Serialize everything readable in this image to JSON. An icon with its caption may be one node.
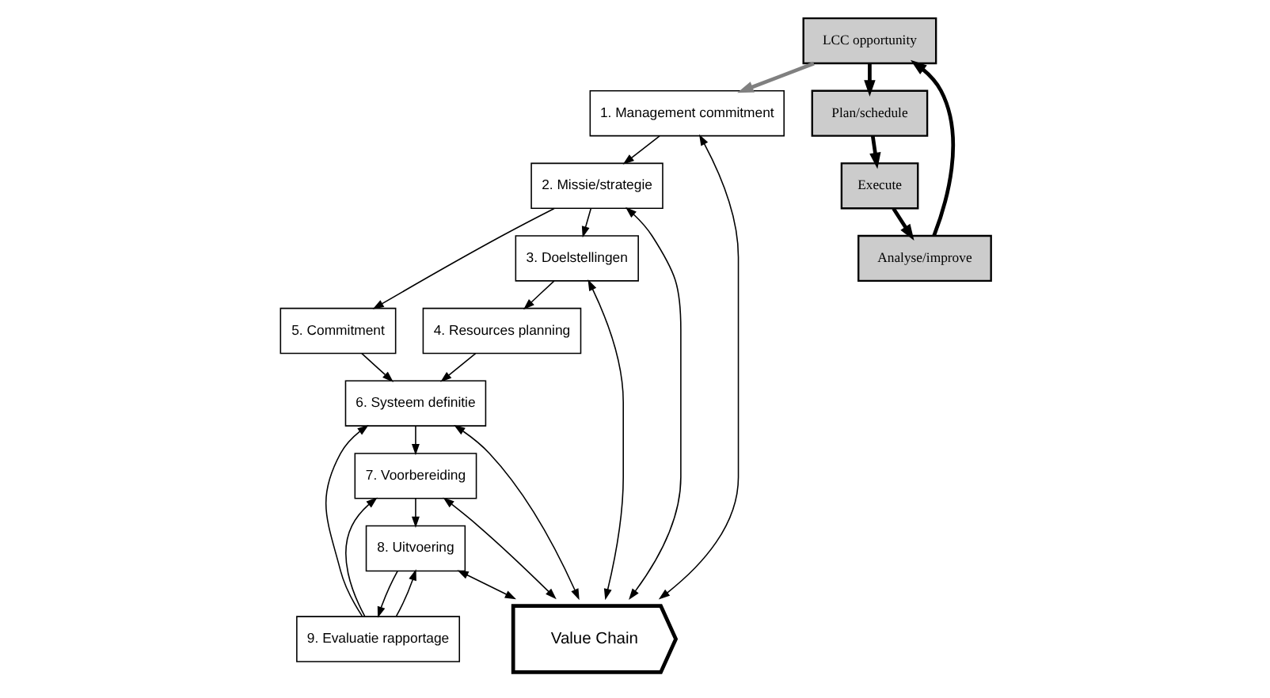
{
  "diagram": {
    "nodes": [
      {
        "text": [
          "LCC opportunity"
        ]
      },
      {
        "text": [
          "Plan/schedule"
        ]
      },
      {
        "text": [
          "Execute"
        ]
      },
      {
        "text": [
          "Analyse/improve"
        ]
      },
      {
        "text": [
          "1. Management commitment"
        ]
      },
      {
        "text": [
          "2. Missie/strategie"
        ]
      },
      {
        "text": [
          "3. Doelstellingen"
        ]
      },
      {
        "text": [
          "4. Resources planning"
        ]
      },
      {
        "text": [
          "5. Commitment"
        ]
      },
      {
        "text": [
          "6. Systeem definitie"
        ]
      },
      {
        "text": [
          "7. Voorbereiding"
        ]
      },
      {
        "text": [
          "8. Uitvoering"
        ]
      },
      {
        "text": [
          "9. Evaluatie rapportage"
        ]
      },
      {
        "text": [
          "Value Chain"
        ]
      }
    ],
    "edges": [
      {
        "from": 0,
        "to": 1,
        "arrow": "to",
        "style": "thick"
      },
      {
        "from": 1,
        "to": 2,
        "arrow": "to",
        "style": "thick"
      },
      {
        "from": 2,
        "to": 3,
        "arrow": "to",
        "style": "thick"
      },
      {
        "from": 3,
        "to": 0,
        "arrow": "to",
        "style": "thick"
      },
      {
        "from": 0,
        "to": 4,
        "arrow": "to",
        "style": "thick",
        "color": "#808080"
      },
      {
        "from": 4,
        "to": 5,
        "arrow": "to"
      },
      {
        "from": 5,
        "to": 6,
        "arrow": "to"
      },
      {
        "from": 5,
        "to": 8,
        "arrow": "to"
      },
      {
        "from": 6,
        "to": 7,
        "arrow": "to"
      },
      {
        "from": 7,
        "to": 9,
        "arrow": "to"
      },
      {
        "from": 8,
        "to": 9,
        "arrow": "to"
      },
      {
        "from": 9,
        "to": 10,
        "arrow": "to"
      },
      {
        "from": 10,
        "to": 11,
        "arrow": "to"
      },
      {
        "from": 11,
        "to": 12,
        "arrow": "to"
      },
      {
        "from": 12,
        "to": 9,
        "arrow": "to"
      },
      {
        "from": 12,
        "to": 10,
        "arrow": "to"
      },
      {
        "from": 12,
        "to": 11,
        "arrow": "to"
      },
      {
        "from": 13,
        "to": 4,
        "arrow": "both"
      },
      {
        "from": 13,
        "to": 5,
        "arrow": "both"
      },
      {
        "from": 6,
        "to": 13,
        "arrow": "both"
      },
      {
        "from": 9,
        "to": 13,
        "arrow": "both"
      },
      {
        "from": 10,
        "to": 13,
        "arrow": "both"
      },
      {
        "from": 11,
        "to": 13,
        "arrow": "both"
      }
    ]
  }
}
